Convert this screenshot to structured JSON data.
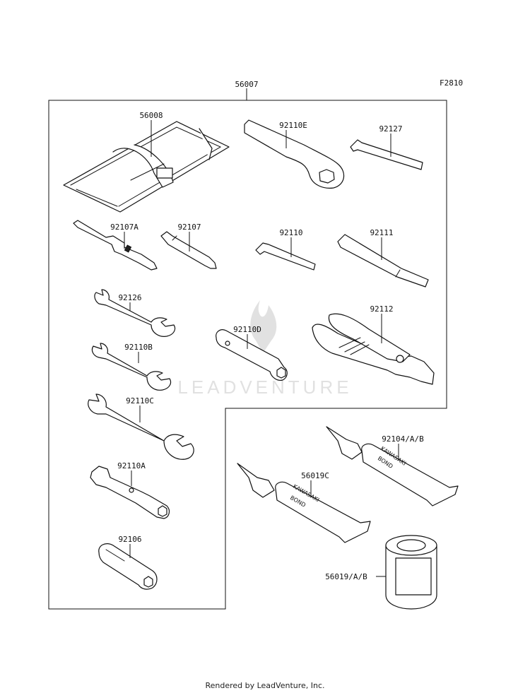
{
  "figure_code": "F2810",
  "kit_label": "56007",
  "parts": {
    "tool_bag": "56008",
    "ring_wrench": "92110E",
    "hex_wrench_large": "92127",
    "screwdriver_bit_a": "92107A",
    "screwdriver_bit": "92107",
    "hex_wrench_small": "92110",
    "handle": "92111",
    "open_wrench_1": "92126",
    "spark_plug_wrench": "92110D",
    "pliers": "92112",
    "open_wrench_2": "92110B",
    "open_wrench_3": "92110C",
    "box_wrench": "92110A",
    "socket_adapter": "92106",
    "bond_tube_right": "92104/A/B",
    "bond_tube_left": "56019C",
    "bond_can": "56019/A/B"
  },
  "tube_text": {
    "brand": "KAWASAKI",
    "product": "BOND"
  },
  "watermark": "LEADVENTURE",
  "footer": "Rendered by LeadVenture, Inc."
}
